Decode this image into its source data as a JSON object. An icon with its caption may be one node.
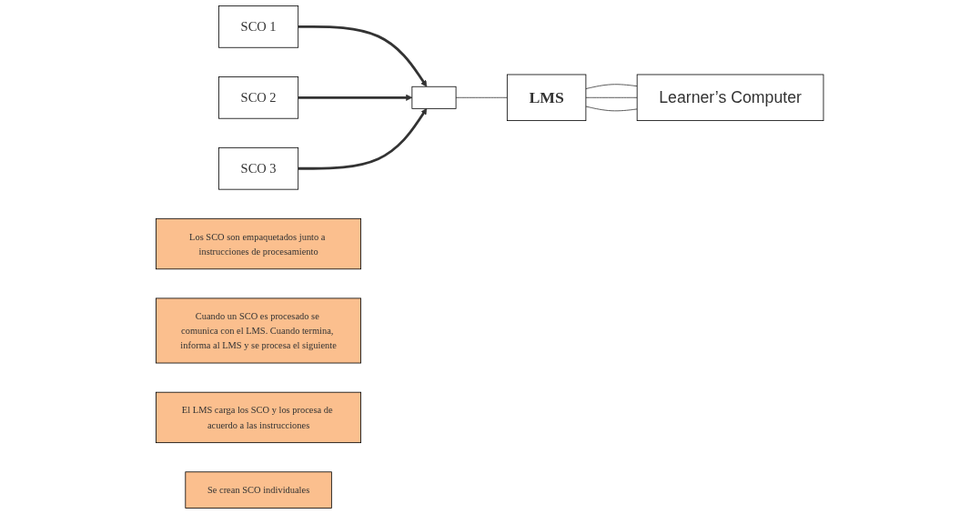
{
  "diagram": {
    "nodes": [
      {
        "text": [
          "SCO 1"
        ]
      },
      {
        "text": [
          "SCO 2"
        ]
      },
      {
        "text": [
          "SCO 3"
        ]
      },
      {
        "text": [],
        "shape": "box"
      },
      {
        "text": [
          "LMS"
        ]
      },
      {
        "text": [
          "Learner’s Computer"
        ]
      },
      {
        "text": [
          "Los SCO son empaquetados junto a instrucciones de procesamiento"
        ]
      },
      {
        "text": [
          "Cuando un SCO es procesado se comunica con el LMS. Cuando termina, informa al LMS y se procesa el siguiente"
        ]
      },
      {
        "text": [
          "El LMS carga los SCO y los procesa de acuerdo a las instrucciones"
        ]
      },
      {
        "text": [
          "Se crean SCO individuales"
        ]
      }
    ],
    "edges": [
      {
        "from": 0,
        "to": 3,
        "arrow": "to",
        "style": "thick"
      },
      {
        "from": 1,
        "to": 3,
        "arrow": "to",
        "style": "thick"
      },
      {
        "from": 2,
        "to": 3,
        "arrow": "to",
        "style": "thick"
      },
      {
        "from": 3,
        "to": 4,
        "arrow": "none"
      },
      {
        "from": 4,
        "to": 5,
        "arrow": "none"
      },
      {
        "from": 4,
        "to": 5,
        "arrow": "none"
      },
      {
        "from": 4,
        "to": 5,
        "arrow": "none"
      }
    ]
  }
}
